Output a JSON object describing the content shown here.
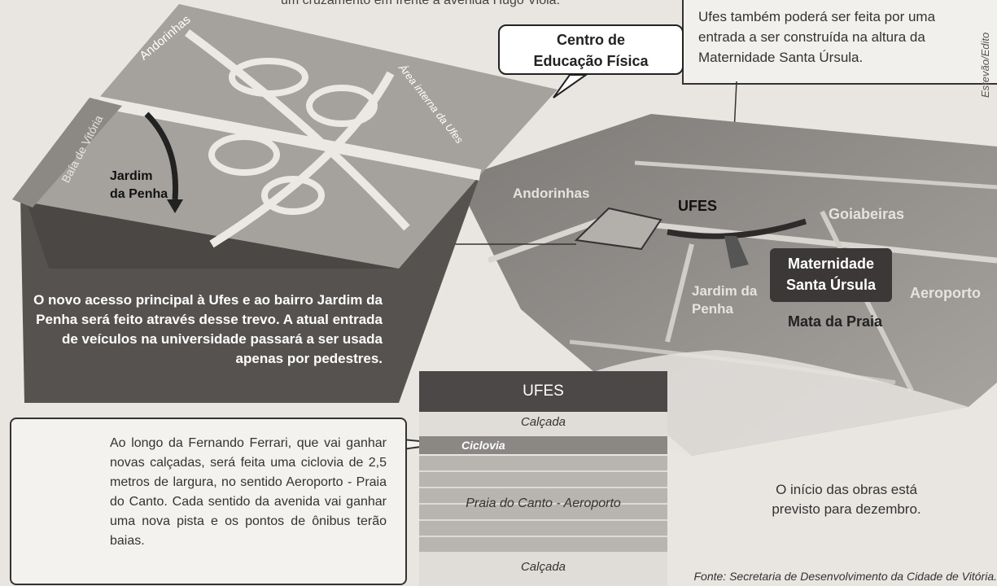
{
  "top_caption": "um cruzamento em frente à avenida Hugo Viola.",
  "top_right_text": "Ufes também poderá ser feita por uma entrada a ser construída na altura da Maternidade Santa Úrsula.",
  "credit": "Estevão/Edito",
  "centro_callout": [
    "Centro de",
    "Educação Física"
  ],
  "map3d_labels": {
    "andorinhas": "Andorinhas",
    "area_interna": "Área interna da Ufes",
    "baia": "Baía de Vitória",
    "jardim": [
      "Jardim",
      "da Penha"
    ]
  },
  "trevo_caption": "O novo acesso principal à Ufes e ao bairro Jardim da Penha será feito através desse trevo. A atual entrada de veículos na universidade passará a ser usada apenas por pedestres.",
  "map_labels": {
    "andorinhas": "Andorinhas",
    "ufes": "UFES",
    "goiabeiras": "Goiabeiras",
    "jardim": [
      "Jardim da",
      "Penha"
    ],
    "aeroporto": "Aeroporto",
    "mata": "Mata da Praia",
    "maternidade": [
      "Maternidade",
      "Santa Úrsula"
    ]
  },
  "bike_text": "Ao longo da Fernando Ferrari, que vai ganhar novas calçadas, será feita uma ciclovia de 2,5 metros de largura, no sentido Aeroporto - Praia do Canto. Cada sentido da avenida vai ganhar uma nova pista e os pontos de ônibus terão baias.",
  "road_section": {
    "ufes": "UFES",
    "calcada_top": "Calçada",
    "ciclovia": "Ciclovia",
    "direction": "Praia do Canto - Aeroporto",
    "calcada_bottom": "Calçada"
  },
  "obras_text": "O início das obras está previsto para dezembro.",
  "fonte": "Fonte: Secretaria de Desenvolvimento da Cidade de Vitória."
}
